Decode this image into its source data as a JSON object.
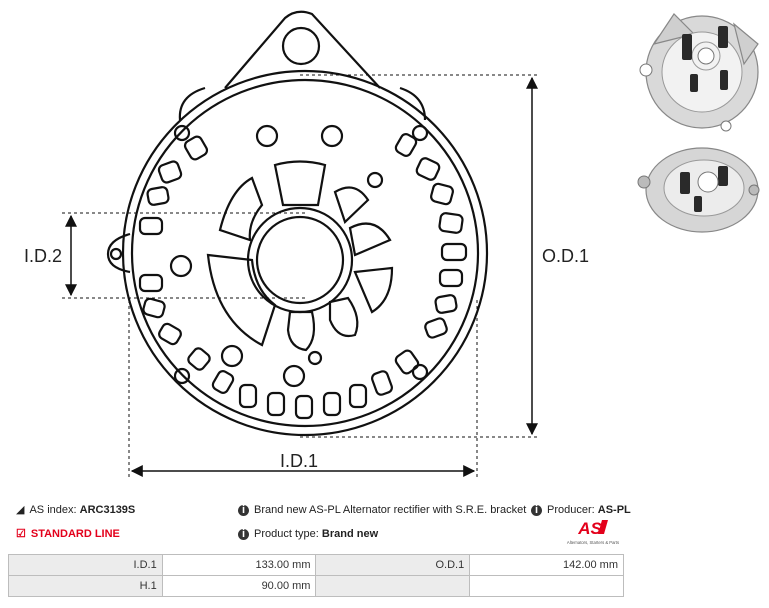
{
  "diagram": {
    "labels": {
      "id1": "I.D.1",
      "id2": "I.D.2",
      "od1": "O.D.1"
    }
  },
  "photos": {
    "top": "product-photo-top",
    "bottom": "product-photo-bottom"
  },
  "info": {
    "as_index_label": "AS index:",
    "as_index_value": "ARC3139S",
    "line": "STANDARD LINE",
    "description": "Brand new AS-PL Alternator rectifier with S.R.E. bracket",
    "producer_label": "Producer:",
    "producer_value": "AS-PL",
    "type_label": "Product type:",
    "type_value": "Brand new"
  },
  "logo": {
    "mark": "AS",
    "tagline": "Alternators, Starters & Parts",
    "color": "#e3001b"
  },
  "specs": {
    "rows": [
      [
        {
          "label": "I.D.1",
          "value": "133.00 mm"
        },
        {
          "label": "O.D.1",
          "value": "142.00 mm"
        }
      ],
      [
        {
          "label": "H.1",
          "value": "90.00 mm"
        },
        {
          "label": "",
          "value": ""
        }
      ]
    ]
  },
  "colors": {
    "accent": "#e3001b",
    "line": "#111111",
    "header_cell": "#ececec"
  }
}
